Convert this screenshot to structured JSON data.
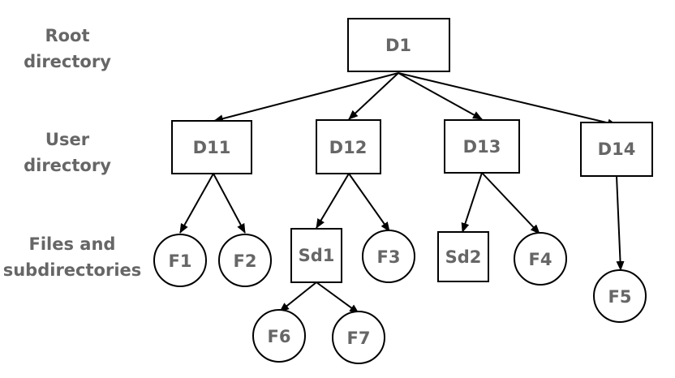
{
  "row_labels": {
    "root": [
      "Root",
      "directory"
    ],
    "user": [
      "User",
      "directory"
    ],
    "files": [
      "Files and",
      "subdirectories"
    ]
  },
  "nodes": {
    "D1": "D1",
    "D11": "D11",
    "D12": "D12",
    "D13": "D13",
    "D14": "D14",
    "F1": "F1",
    "F2": "F2",
    "Sd1": "Sd1",
    "F3": "F3",
    "Sd2": "Sd2",
    "F4": "F4",
    "F5": "F5",
    "F6": "F6",
    "F7": "F7"
  },
  "colors": {
    "text": "#666666",
    "stroke": "#000000",
    "background": "#ffffff"
  }
}
